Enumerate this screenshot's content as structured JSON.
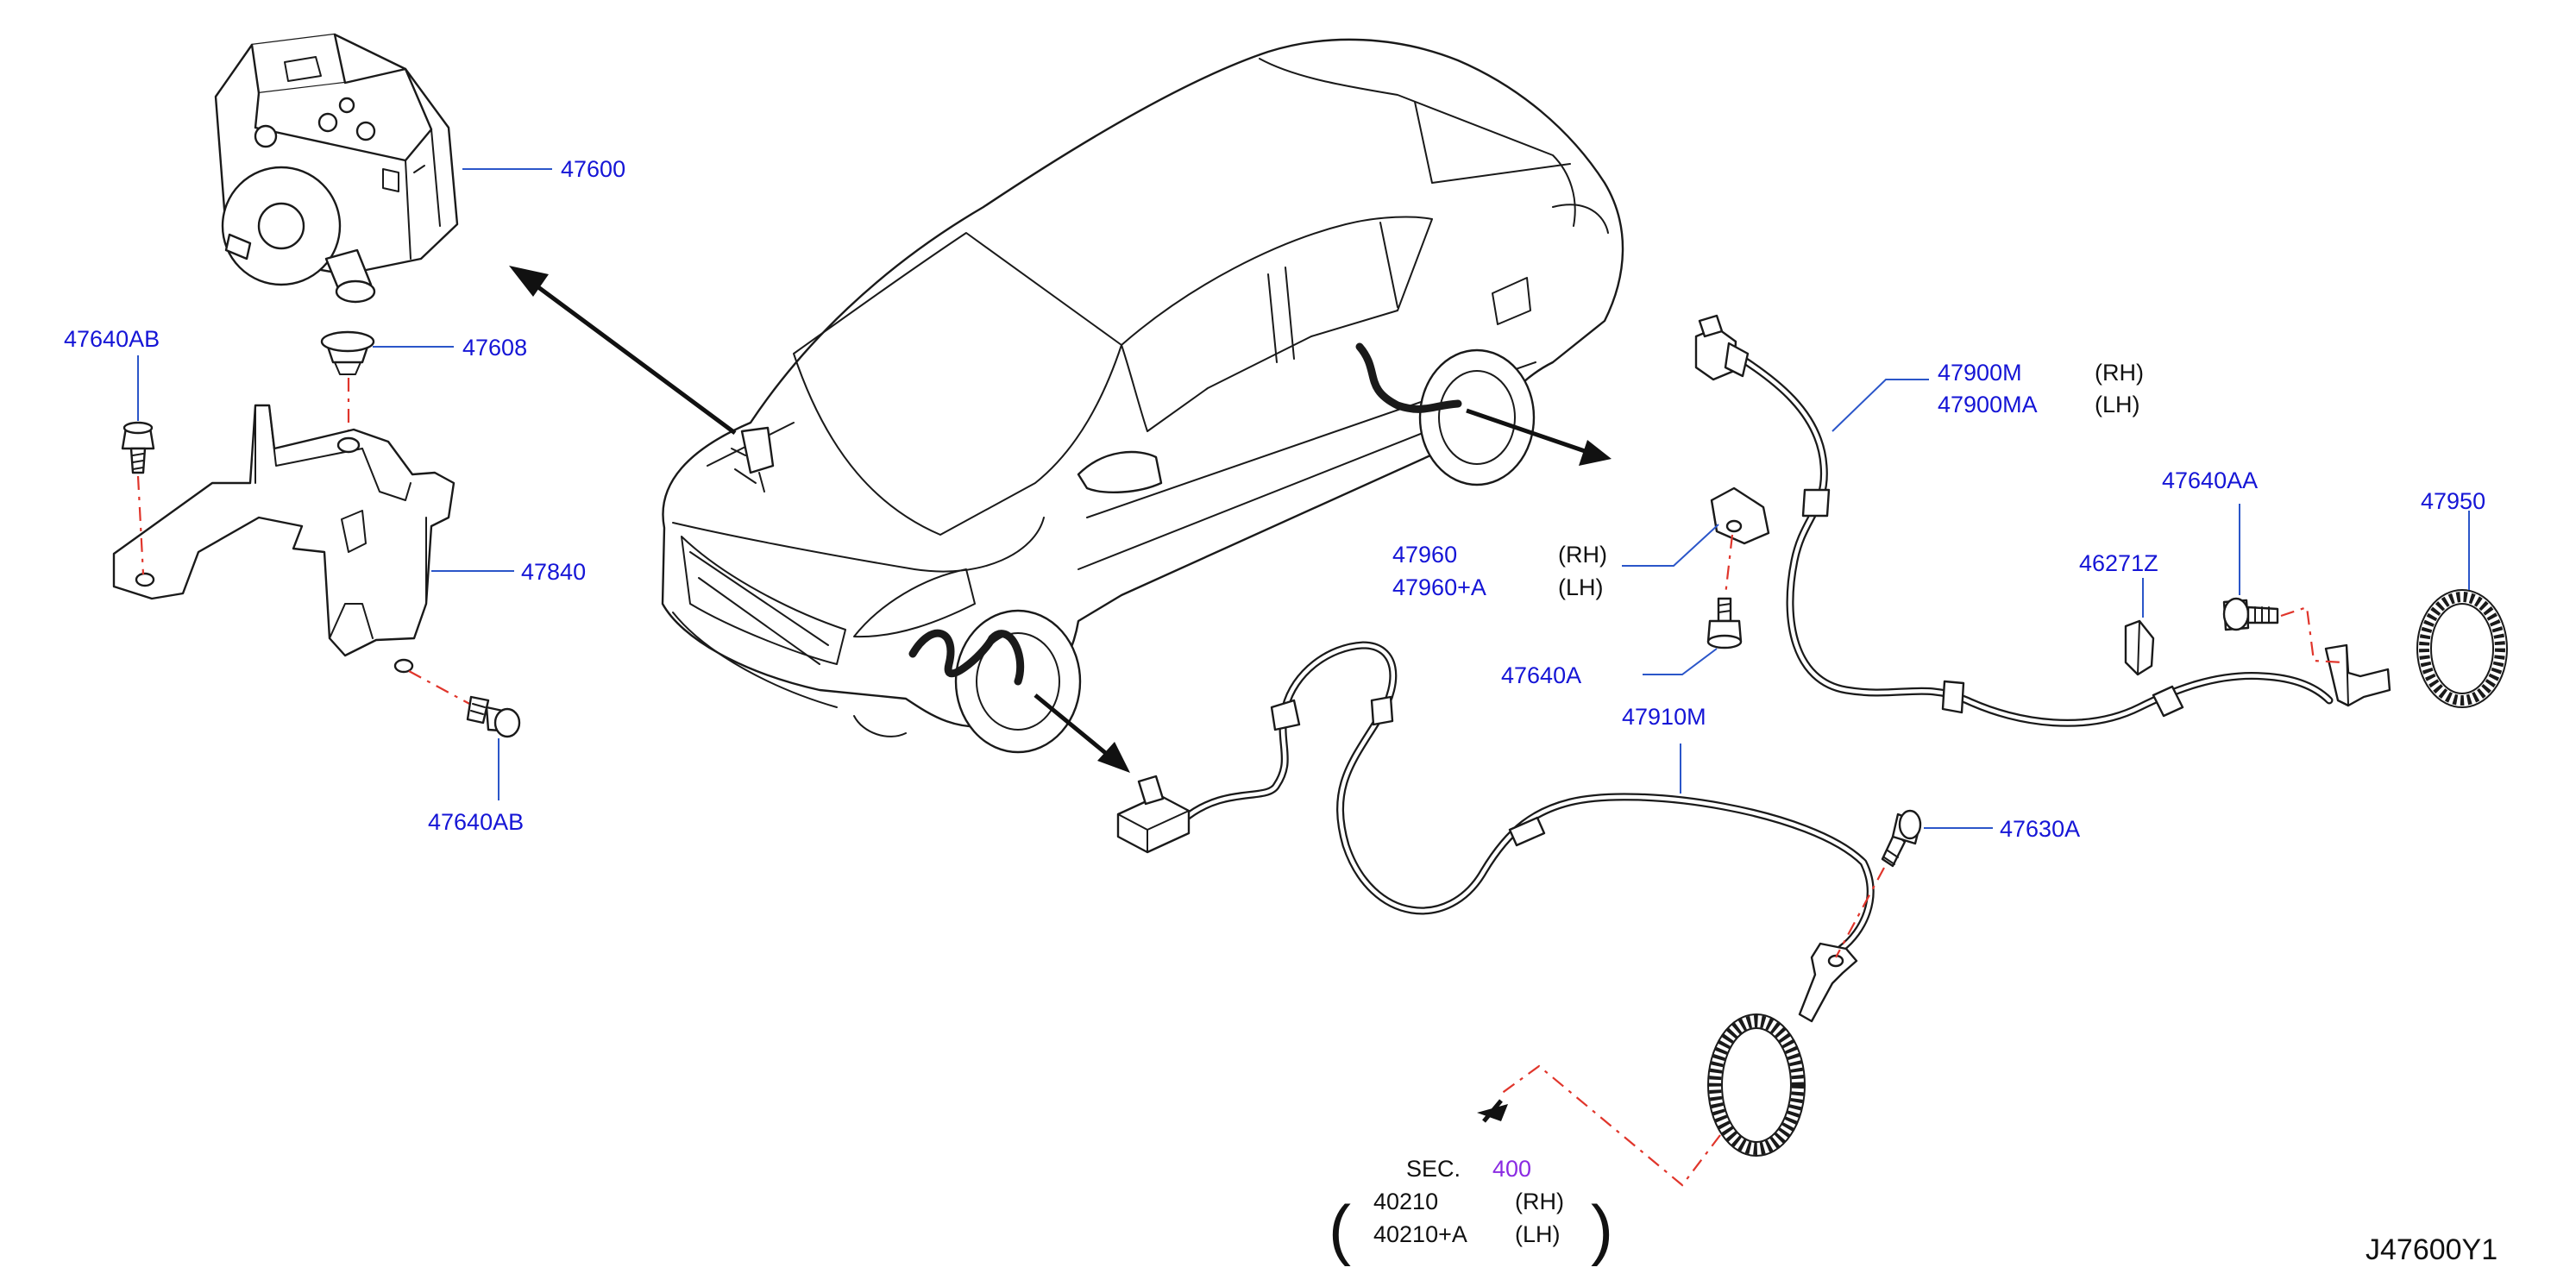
{
  "colors": {
    "part_number": "#1515d6",
    "leader": "#2b56c9",
    "hidden_line": "#e0352b",
    "section_link": "#8a2be2",
    "linework": "#1a1a1a"
  },
  "labels": {
    "abs_actuator": "47600",
    "grommet": "47608",
    "bolt_upper_left": "47640AB",
    "bracket": "47840",
    "bolt_lower_left": "47640AB",
    "rear_sensor_rh": "47900M",
    "rear_sensor_lh": "47900MA",
    "rear_sensor_rh_side": "(RH)",
    "rear_sensor_lh_side": "(LH)",
    "rear_bolt": "47640AA",
    "rear_rotor": "47950",
    "clip": "46271Z",
    "front_bracket_rh": "47960",
    "front_bracket_lh": "47960+A",
    "front_bracket_rh_side": "(RH)",
    "front_bracket_lh_side": "(LH)",
    "front_bracket_bolt": "47640A",
    "front_sensor": "47910M",
    "front_sensor_bolt": "47630A",
    "section_prefix": "SEC.",
    "section_number": "400",
    "hub_rh": "40210",
    "hub_lh": "40210+A",
    "hub_rh_side": "(RH)",
    "hub_lh_side": "(LH)",
    "paren_open": "(",
    "paren_close": ")",
    "diagram_code": "J47600Y1"
  }
}
